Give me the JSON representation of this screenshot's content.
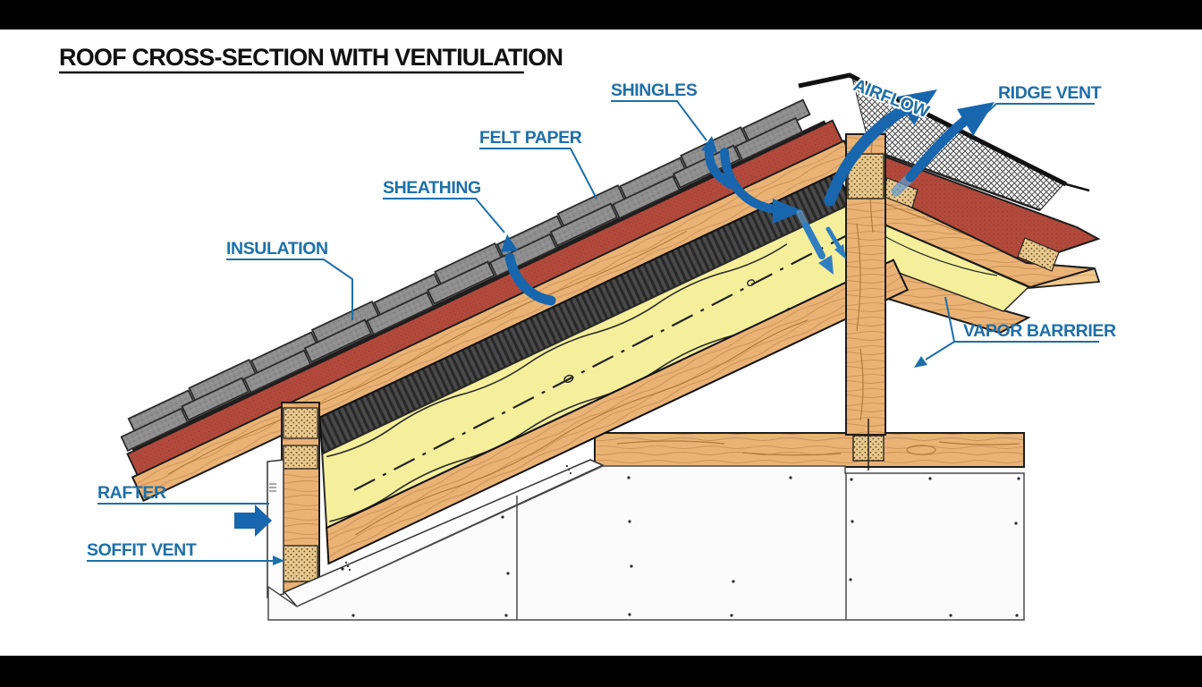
{
  "title": {
    "text": "ROOF CROSS-SECTION WITH VENTIULATION"
  },
  "labels": {
    "shingles": "SHINGLES",
    "felt_paper": "FELT PAPER",
    "sheathing": "SHEATHING",
    "insulation": "INSULATION",
    "airflow": "AIRFLOW",
    "ridge_vent": "RIDGE VENT",
    "vapor_barrier": "VAPOR BARRRIER",
    "rafter": "RAFTER",
    "soffit_vent": "SOFFIT VENT"
  },
  "colors": {
    "title_black": "#111111",
    "label_blue": "#1e6fa8",
    "arrow_blue": "#1766ae",
    "arrow_blue_light": "#5f9dd1",
    "shingle_gray": "#8e8e8e",
    "felt_red": "#b24a3c",
    "wood_tan": "#eab375",
    "wood_light": "#f2c88d",
    "insulation_yellow": "#f5ef9c",
    "baffle_dark": "#454545",
    "letterbox_black": "#000000"
  }
}
